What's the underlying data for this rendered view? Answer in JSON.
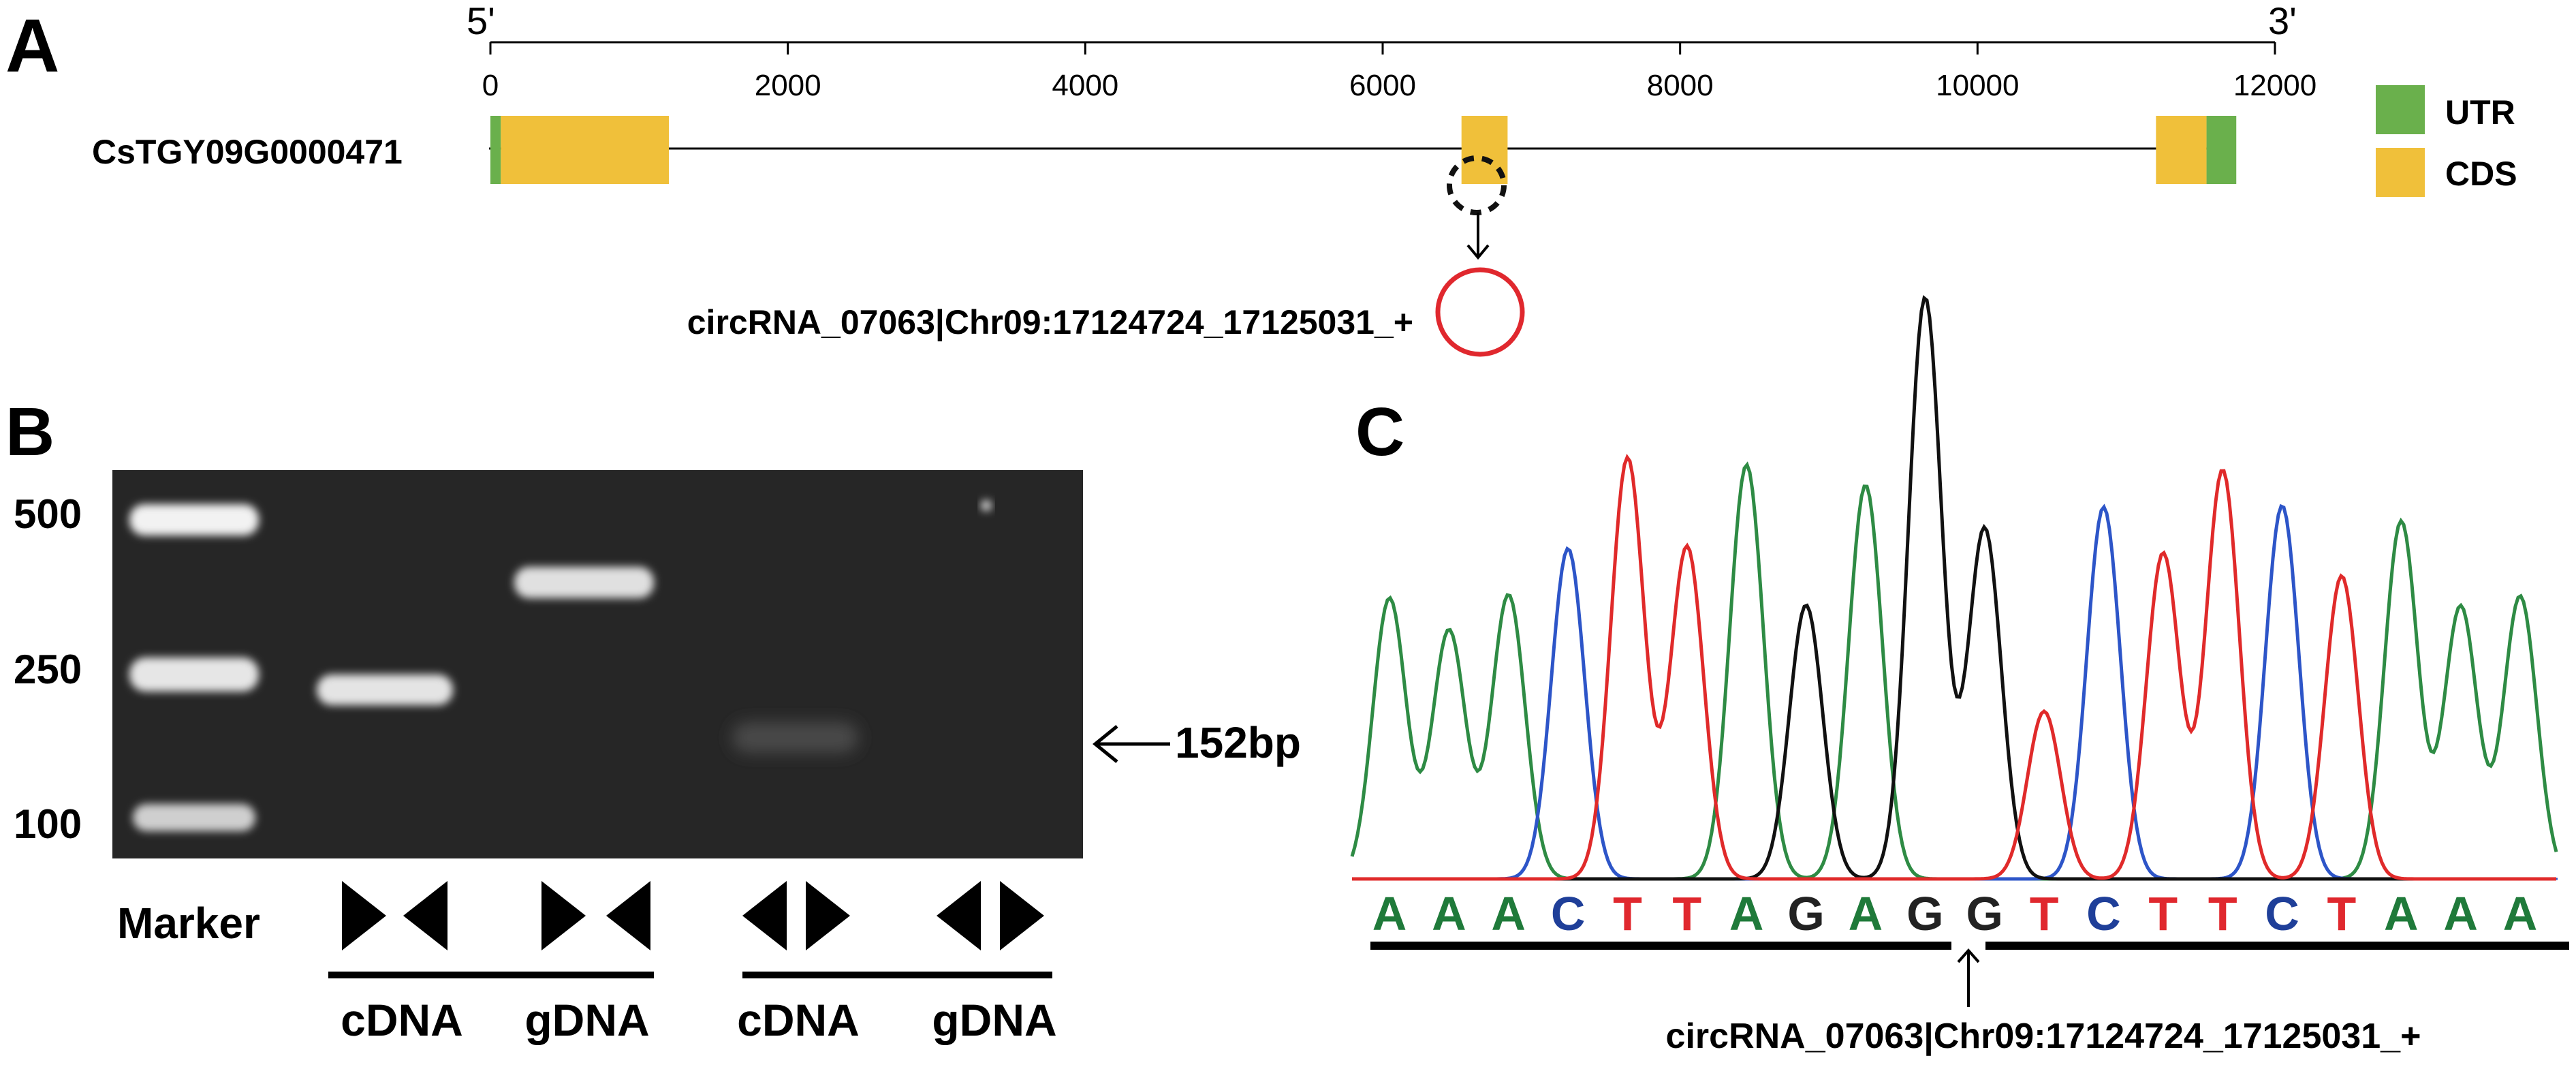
{
  "panels": {
    "a": "A",
    "b": "B",
    "c": "C"
  },
  "gene_structure": {
    "axis": {
      "start_label": "5'",
      "end_label": "3'",
      "ticks": [
        0,
        2000,
        4000,
        6000,
        8000,
        10000,
        12000
      ],
      "min": 0,
      "max": 12000
    },
    "gene_name": "CsTGY09G0000471",
    "features": [
      {
        "type": "UTR",
        "start": 0,
        "end": 70
      },
      {
        "type": "CDS",
        "start": 70,
        "end": 1200
      },
      {
        "type": "CDS",
        "start": 6530,
        "end": 6840
      },
      {
        "type": "CDS",
        "start": 11200,
        "end": 11540
      },
      {
        "type": "UTR",
        "start": 11540,
        "end": 11740
      }
    ],
    "legend": [
      {
        "label": "UTR",
        "color": "#6ab04c"
      },
      {
        "label": "CDS",
        "color": "#f0c03a"
      }
    ],
    "circ_label": "circRNA_07063|Chr09:17124724_17125031_+"
  },
  "gel": {
    "marker_sizes": [
      "500",
      "250",
      "100"
    ],
    "lane_label": "Marker",
    "groups": [
      "cDNA",
      "gDNA",
      "cDNA",
      "gDNA"
    ],
    "product_label": "152bp"
  },
  "chromatogram": {
    "bases": [
      "A",
      "A",
      "A",
      "C",
      "T",
      "T",
      "A",
      "G",
      "A",
      "G",
      "G",
      "T",
      "C",
      "T",
      "T",
      "C",
      "T",
      "A",
      "A",
      "A"
    ],
    "junction_label": "circRNA_07063|Chr09:17124724_17125031_+",
    "base_colors": {
      "A": "#1f7a3a",
      "C": "#1f3f99",
      "G": "#222222",
      "T": "#e0282e"
    },
    "trace_colors": {
      "A": "#2e8b44",
      "C": "#2d55c8",
      "G": "#111111",
      "T": "#e02a2a"
    }
  },
  "colors": {
    "circle": "#e0282e",
    "gel_bg": "#262626"
  }
}
